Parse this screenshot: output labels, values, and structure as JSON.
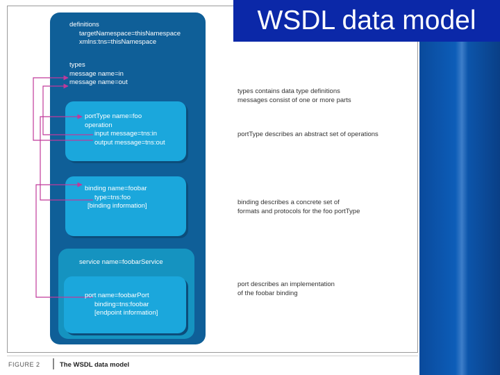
{
  "slide": {
    "title": "WSDL data model"
  },
  "diagram": {
    "definitions": {
      "lines": [
        "definitions",
        "targetNamespace=thisNamespace",
        "xmlns:tns=thisNamespace"
      ]
    },
    "types": {
      "lines": [
        "types",
        "message name=in",
        "message name=out"
      ]
    },
    "portType": {
      "lines": [
        "portType name=foo",
        "operation",
        "input message=tns:in",
        "output message=tns:out"
      ]
    },
    "binding": {
      "lines": [
        "binding name=foobar",
        "type=tns:foo",
        "[binding information]"
      ]
    },
    "service": {
      "label": "service name=foobarService"
    },
    "port": {
      "lines": [
        "port name=foobarPort",
        "binding=tns:foobar",
        "[endpoint information]"
      ]
    },
    "descriptions": {
      "types": [
        "types contains data type definitions",
        "messages consist of one or more parts"
      ],
      "portType": [
        "portType describes an abstract set of operations"
      ],
      "binding": [
        "binding describes a concrete set of",
        "formats and protocols for the foo portType"
      ],
      "port": [
        "port describes an implementation",
        "of the foobar binding"
      ]
    },
    "colors": {
      "outer": "#0f5f98",
      "inner": "#1ba7dc",
      "service": "#1593c0",
      "arrow": "#c0399a",
      "title_bg": "#0b28a8"
    }
  },
  "caption": {
    "figure": "FIGURE 2",
    "title": "The WSDL data model"
  }
}
